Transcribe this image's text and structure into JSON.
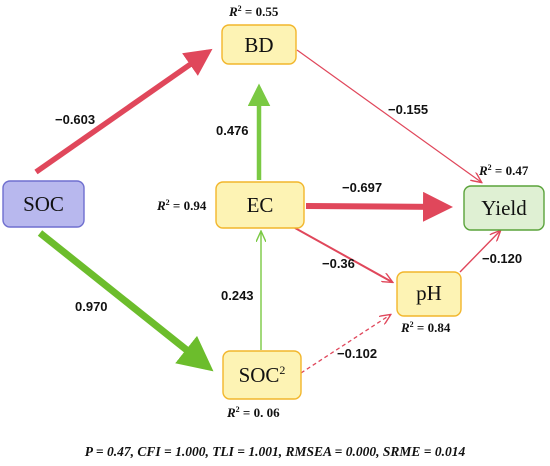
{
  "nodes": {
    "soc": {
      "label": "SOC"
    },
    "bd": {
      "label": "BD"
    },
    "ec": {
      "label": "EC"
    },
    "soc2": {
      "label": "SOC",
      "sup": "2"
    },
    "ph": {
      "label": "pH"
    },
    "yield": {
      "label": "Yield"
    }
  },
  "r2": {
    "bd": {
      "prefix": "R",
      "sup": "2",
      "value": " = 0.55"
    },
    "ec": {
      "prefix": "R",
      "sup": "2",
      "value": " = 0.94"
    },
    "soc2": {
      "prefix": "R",
      "sup": "2",
      "value": " = 0. 06"
    },
    "ph": {
      "prefix": "R",
      "sup": "2",
      "value": " = 0.84"
    },
    "yield": {
      "prefix": "R",
      "sup": "2",
      "value": " = 0.47"
    }
  },
  "paths": {
    "soc_bd": "−0.603",
    "soc_soc2": "0.970",
    "ec_bd": "0.476",
    "soc2_ec": "0.243",
    "bd_yield": "−0.155",
    "ec_yield": "−0.697",
    "ec_ph": "−0.36",
    "ph_yield": "−0.120",
    "soc2_ph": "−0.102"
  },
  "footer": "P = 0.47, CFI = 1.000, TLI = 1.001, RMSEA = 0.000, SRME = 0.014",
  "colors": {
    "negative": "#e0475b",
    "positive": "#7ac943",
    "positive_strong": "#6cbd2c",
    "soc_fill": "#b8b8ee",
    "soc_stroke": "#6f6fcf",
    "yellow_fill": "#fdf3b4",
    "yellow_stroke": "#f2b62b",
    "yield_fill": "#dff0d3",
    "yield_stroke": "#5aa33a"
  }
}
